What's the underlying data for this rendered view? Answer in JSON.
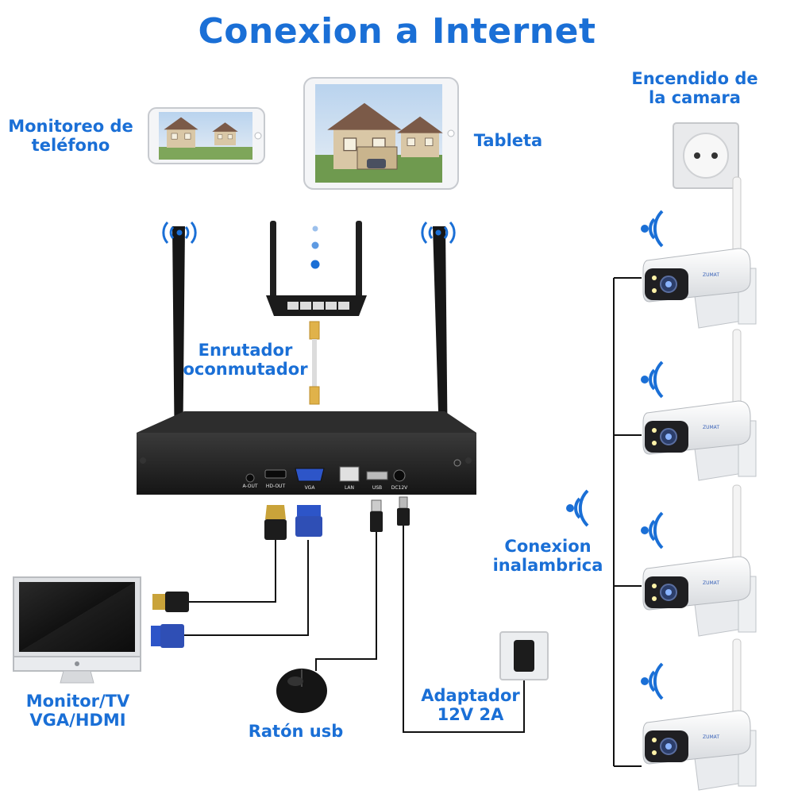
{
  "title": "Conexion a Internet",
  "labels": {
    "phone": "Monitoreo de\nteléfono",
    "tablet": "Tableta",
    "power": "Encendido de\nla camara",
    "router": "Enrutador\noconmutador",
    "wireless": "Conexion\ninalambrica",
    "monitor": "Monitor/TV\nVGA/HDMI",
    "mouse": "Ratón usb",
    "adapter": "Adaptador\n12V 2A"
  },
  "nvr_ports": [
    "A-OUT",
    "HD-OUT",
    "VGA",
    "LAN",
    "USB",
    "DC12V"
  ],
  "colors": {
    "accent": "#1a6fd6",
    "device": "#1c1c1c",
    "wire": "#111111"
  }
}
